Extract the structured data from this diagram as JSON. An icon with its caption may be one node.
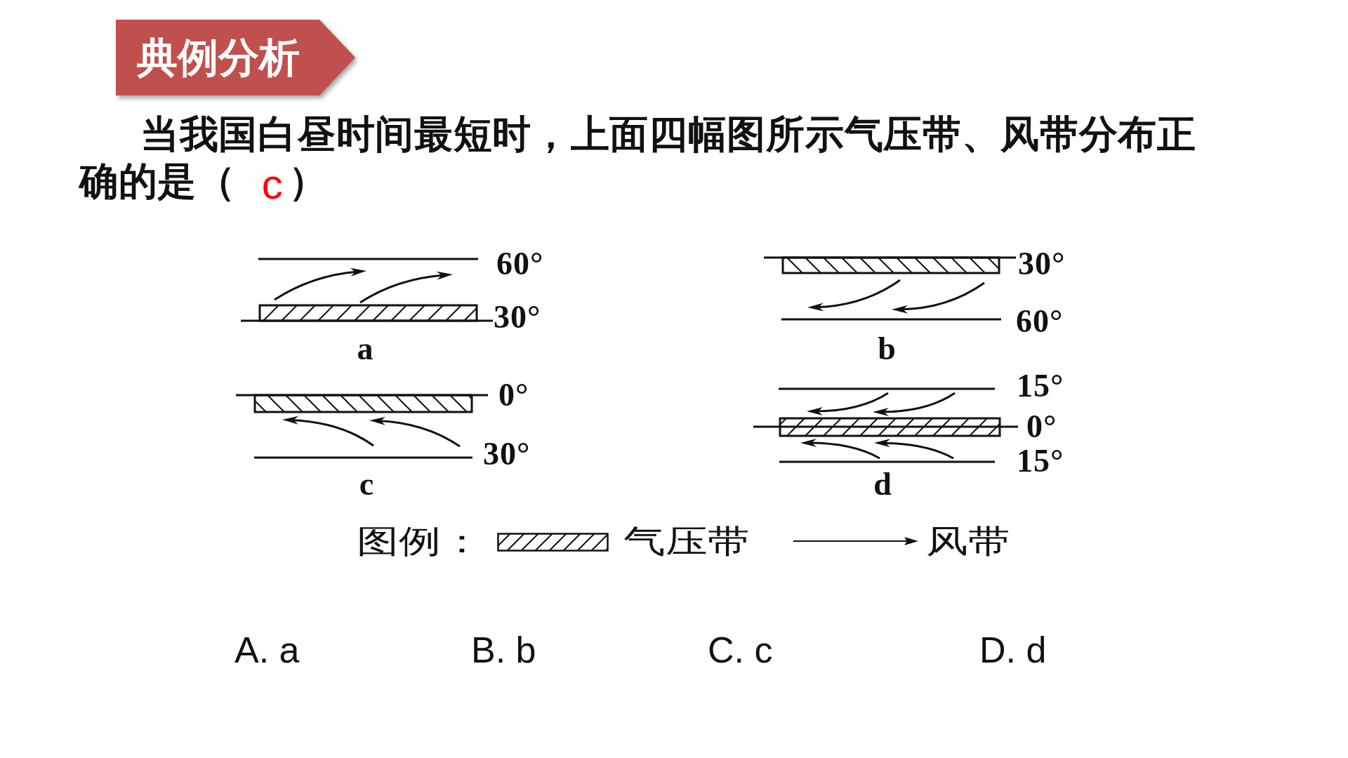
{
  "diagram": {
    "title": "典例分析",
    "labels": [
      "当我国白昼时间最短时，上面四幅图所示气压带、风带分布正确的是（",
      "c",
      "）",
      "60°",
      "30°",
      "a",
      "30°",
      "60°",
      "b",
      "0°",
      "30°",
      "c",
      "15°",
      "0°",
      "15°",
      "d",
      "图例：",
      "A. a",
      "B. b",
      "C. c",
      "D. d"
    ],
    "legend": [
      {
        "text": "气压带"
      },
      {
        "text": "风带"
      }
    ]
  }
}
